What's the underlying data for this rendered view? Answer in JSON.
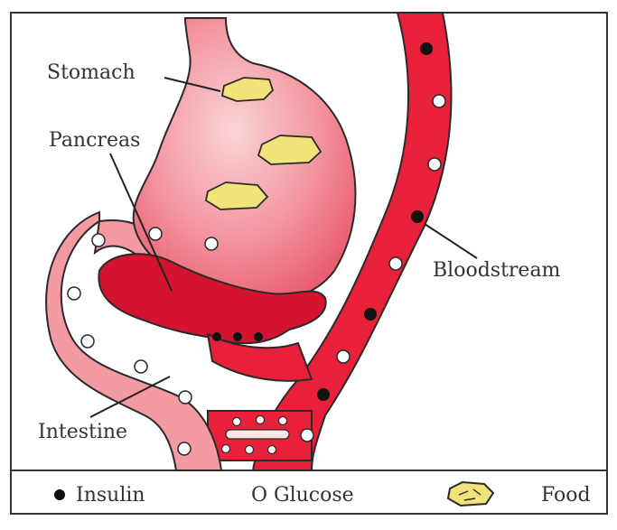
{
  "labels": {
    "stomach": "Stomach",
    "pancreas": "Pancreas",
    "bloodstream": "Bloodstream",
    "intestine": "Intestine"
  },
  "legend": {
    "insulin": "Insulin",
    "glucose": "O Glucose",
    "food": "Food"
  },
  "colors": {
    "blood": "#e8203a",
    "blood_dark": "#c8102a",
    "stomach": "#f07a88",
    "stomach_light": "#f8c8cc",
    "intestine": "#f39aa3",
    "pancreas": "#d4142e",
    "food": "#f2e27a",
    "outline": "#2a2a2a"
  },
  "icons": {
    "insulin": "filled-black-dot-icon",
    "glucose": "hollow-white-dot-icon",
    "food": "food-chunk-icon"
  }
}
